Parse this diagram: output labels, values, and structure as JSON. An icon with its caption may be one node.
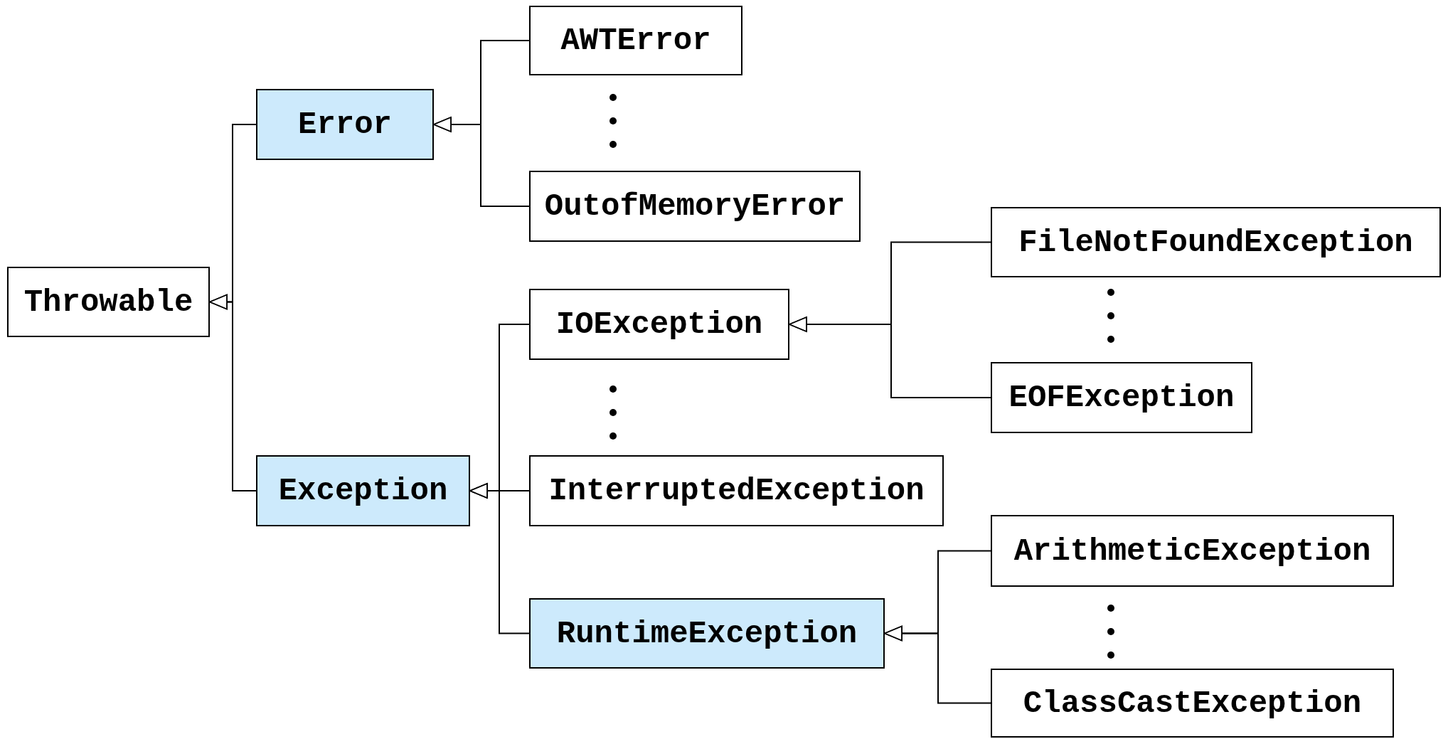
{
  "diagram": {
    "nodes": [
      {
        "text": [
          "Throwable"
        ]
      },
      {
        "text": [
          "Error"
        ]
      },
      {
        "text": [
          "AWTError"
        ]
      },
      {
        "text": [
          "OutofMemoryError"
        ]
      },
      {
        "text": [
          "Exception"
        ]
      },
      {
        "text": [
          "IOException"
        ]
      },
      {
        "text": [
          "InterruptedException"
        ]
      },
      {
        "text": [
          "RuntimeException"
        ]
      },
      {
        "text": [
          "FileNotFoundException"
        ]
      },
      {
        "text": [
          "EOFException"
        ]
      },
      {
        "text": [
          "ArithmeticException"
        ]
      },
      {
        "text": [
          "ClassCastException"
        ]
      }
    ],
    "edges": [
      {
        "from": 1,
        "to": 0,
        "arrow": "to"
      },
      {
        "from": 4,
        "to": 0,
        "arrow": "to"
      },
      {
        "from": 2,
        "to": 1,
        "arrow": "to"
      },
      {
        "from": 3,
        "to": 1,
        "arrow": "to"
      },
      {
        "from": 5,
        "to": 4,
        "arrow": "to"
      },
      {
        "from": 6,
        "to": 4,
        "arrow": "to"
      },
      {
        "from": 7,
        "to": 4,
        "arrow": "to"
      },
      {
        "from": 8,
        "to": 5,
        "arrow": "to"
      },
      {
        "from": 9,
        "to": 5,
        "arrow": "to"
      },
      {
        "from": 10,
        "to": 7,
        "arrow": "to"
      },
      {
        "from": 11,
        "to": 7,
        "arrow": "to"
      }
    ]
  }
}
